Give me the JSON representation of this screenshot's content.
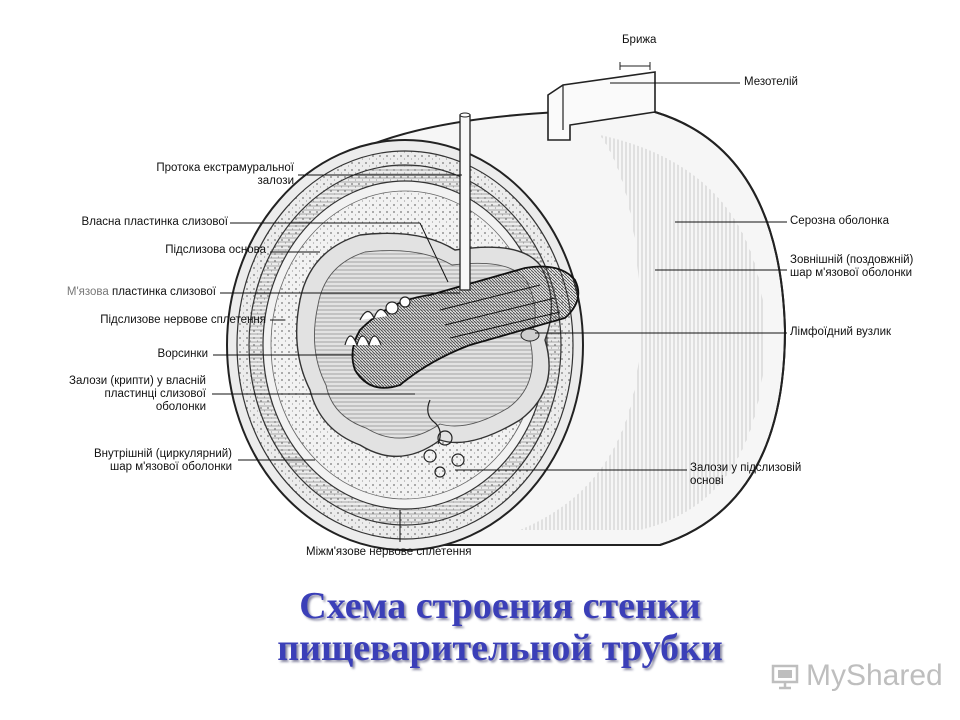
{
  "diagram": {
    "labels_left": {
      "ducts": [
        "Протока екстрамуральної",
        "залози"
      ],
      "lamina_propria": "Власна пластинка слизової",
      "submucosa": "Підслизова основа",
      "muscularis_mucosae_prefix": "М'язова",
      "muscularis_mucosae_rest": " пластинка слизової",
      "submucosal_plexus": "Підслизове нервове сплетення",
      "villi": "Ворсинки",
      "crypts": [
        "Залози (крипти) у власній",
        "пластинці слизової",
        "оболонки"
      ],
      "inner_circular": [
        "Внутрішній (циркулярний)",
        "шар м'язової оболонки"
      ]
    },
    "labels_right": {
      "mesentery": "Брижа",
      "mesothelium": "Мезотелій",
      "serosa": "Серозна оболонка",
      "outer_longitudinal": [
        "Зовнішній (поздовжній)",
        "шар м'язової оболонки"
      ],
      "lymph_nodule": "Лімфоїдний вузлик",
      "submucosal_glands": [
        "Залози у підслизовій",
        "основі"
      ]
    },
    "labels_bottom": {
      "myenteric_plexus": "Міжм'язове нервове сплетення"
    }
  },
  "title": {
    "line1": "Схема строения стенки",
    "line2": "пищеварительной трубки"
  },
  "watermark": {
    "text": "MyShared"
  }
}
